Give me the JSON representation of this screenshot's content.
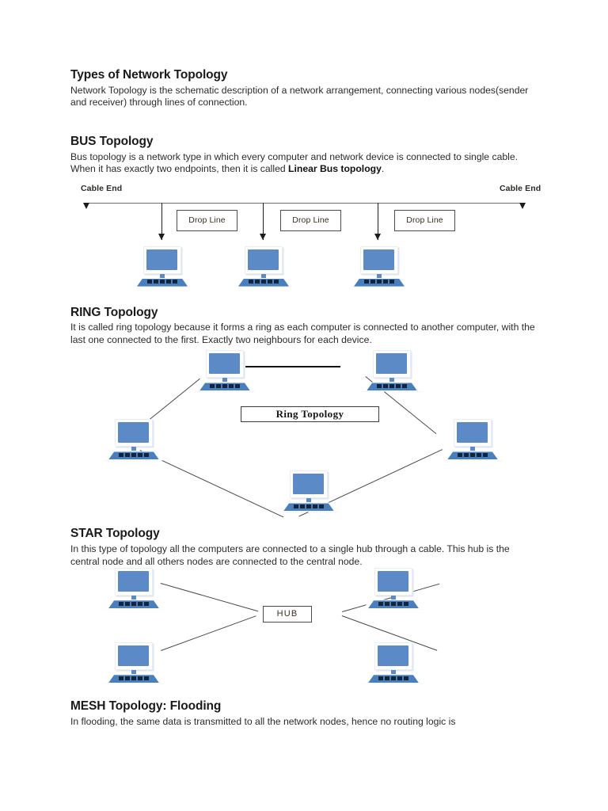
{
  "document": {
    "title": "Types of Network Topology",
    "intro": "Network Topology is the schematic description of a network arrangement, connecting various nodes(sender and receiver) through lines of connection."
  },
  "sections": [
    {
      "heading": "BUS Topology",
      "body_prefix": "Bus topology is a network type in which every computer and network device is connected to single cable. When it has exactly two endpoints, then it is called ",
      "body_bold": "Linear Bus topology",
      "body_suffix": "."
    },
    {
      "heading": "RING Topology",
      "body": "It is called ring topology because it forms a ring as each computer is connected to another computer, with the last one connected to the first. Exactly two neighbours for each device."
    },
    {
      "heading": "STAR Topology",
      "body": "In this type of topology all the computers are connected to a single hub through a cable. This hub is the central node and all others nodes are connected to the central node."
    },
    {
      "heading": "MESH Topology: Flooding",
      "body": "In flooding, the same data is transmitted to all the network nodes, hence no routing logic is"
    }
  ],
  "bus_diagram": {
    "cable_end_left": "Cable End",
    "cable_end_right": "Cable End",
    "drop_line_labels": [
      "Drop Line",
      "Drop Line",
      "Drop Line"
    ],
    "node_count": 3
  },
  "ring_diagram": {
    "center_label": "Ring Topology",
    "node_count": 5
  },
  "star_diagram": {
    "hub_label": "HUB",
    "node_count": 4
  },
  "colors": {
    "screen_blue": "#5b8ac6",
    "keyboard_blue": "#4a7fbe",
    "key_dark": "#14243a",
    "line_gray": "#6d6d6d",
    "text": "#2b2b2b",
    "page_background": "#ffffff"
  }
}
